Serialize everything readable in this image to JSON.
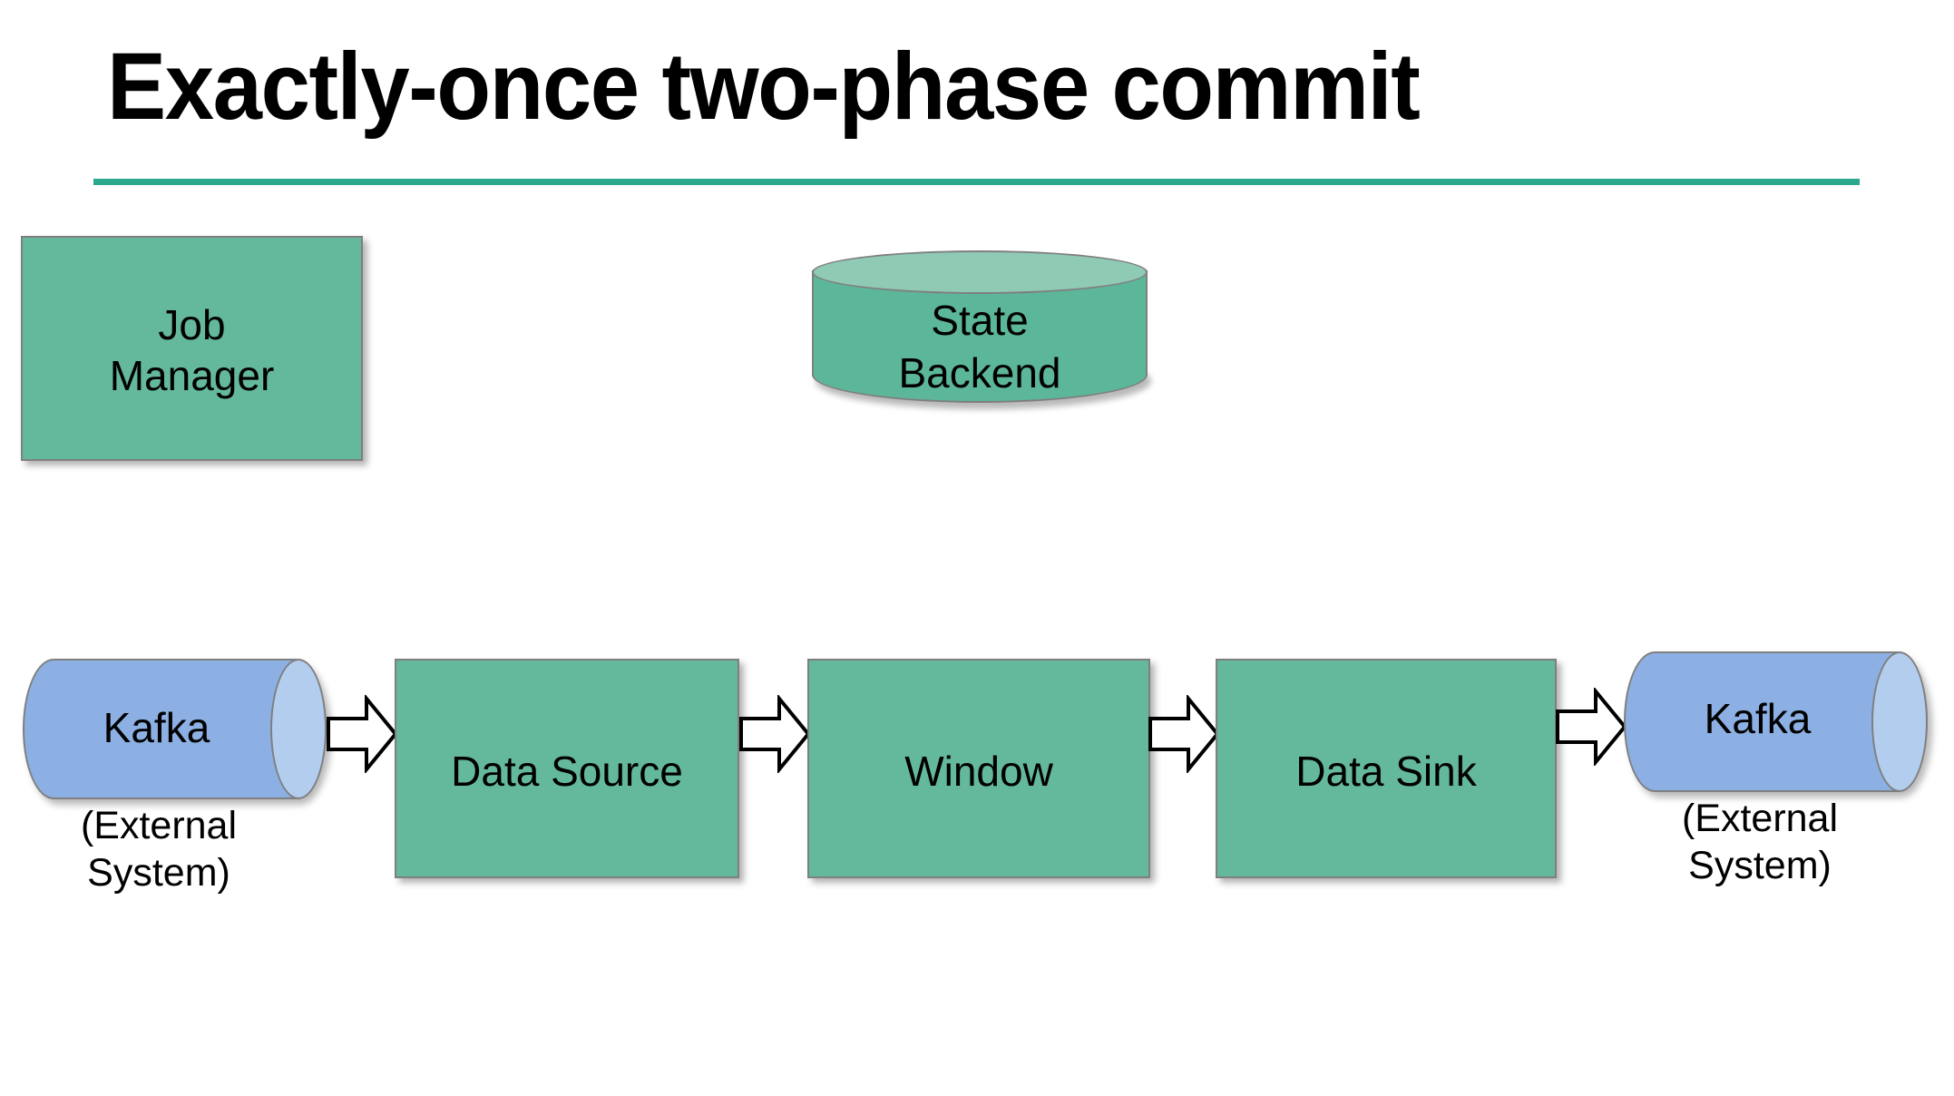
{
  "slide": {
    "title": "Exactly-once two-phase commit",
    "rule_color": "#2aa88b",
    "background": "#ffffff"
  },
  "diagram": {
    "type": "flow-diagram",
    "process_color": "#64b89c",
    "external_color": "#8cb0e3",
    "storage_color": "#5cb79a",
    "storage_cap_color": "#8fcab5",
    "border_color": "#7f7f7f",
    "nodes": [
      {
        "id": "job-manager",
        "label": "Job\nManager",
        "shape": "rectangle",
        "role": "coordinator"
      },
      {
        "id": "state-backend",
        "label": "State\nBackend",
        "shape": "cylinder-vertical",
        "role": "storage"
      },
      {
        "id": "kafka-source",
        "label": "Kafka",
        "caption": "(External\nSystem)",
        "shape": "cylinder-horizontal",
        "role": "external-system"
      },
      {
        "id": "data-source",
        "label": "Data Source",
        "shape": "rectangle",
        "role": "operator"
      },
      {
        "id": "window",
        "label": "Window",
        "shape": "rectangle",
        "role": "operator"
      },
      {
        "id": "data-sink",
        "label": "Data Sink",
        "shape": "rectangle",
        "role": "operator"
      },
      {
        "id": "kafka-sink",
        "label": "Kafka",
        "caption": "(External\nSystem)",
        "shape": "cylinder-horizontal",
        "role": "external-system"
      }
    ],
    "edges": [
      {
        "id": "edge-1",
        "from": "kafka-source",
        "to": "data-source",
        "style": "block-arrow",
        "direction": "right"
      },
      {
        "id": "edge-2",
        "from": "data-source",
        "to": "window",
        "style": "block-arrow",
        "direction": "right"
      },
      {
        "id": "edge-3",
        "from": "window",
        "to": "data-sink",
        "style": "block-arrow",
        "direction": "right"
      },
      {
        "id": "edge-4",
        "from": "data-sink",
        "to": "kafka-sink",
        "style": "block-arrow",
        "direction": "right"
      }
    ]
  }
}
